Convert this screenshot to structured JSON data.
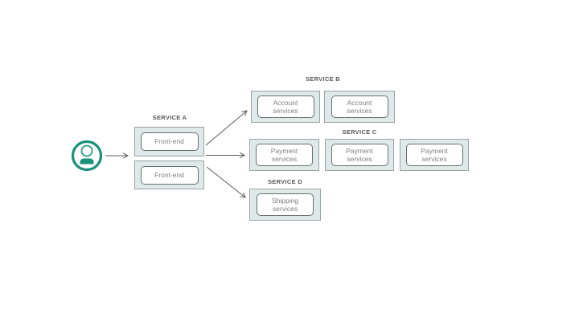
{
  "diagram": {
    "actor": {
      "name": "user",
      "color": "#17917b"
    },
    "groups": [
      {
        "label": "SERVICE A",
        "boxes": [
          "Front-end",
          "Front-end"
        ]
      },
      {
        "label": "SERVICE B",
        "boxes": [
          "Account\nservices",
          "Account\nservices"
        ]
      },
      {
        "label": "SERVICE C",
        "boxes": [
          "Payment\nservices",
          "Payment\nservices",
          "Payment\nservices"
        ]
      },
      {
        "label": "SERVICE D",
        "boxes": [
          "Shipping\nservices"
        ]
      }
    ],
    "connectors": [
      {
        "from": "user",
        "to": "service-a"
      },
      {
        "from": "service-a",
        "to": "service-b"
      },
      {
        "from": "service-a",
        "to": "service-c"
      },
      {
        "from": "service-a",
        "to": "service-d"
      }
    ],
    "colors": {
      "accent_teal": "#17917b",
      "container_fill": "#dfe9e9",
      "container_border": "#9aa4a4",
      "node_border": "#667070",
      "node_text": "#808080",
      "label_text": "#595959",
      "arrow": "#595959",
      "background": "#ffffff"
    }
  }
}
